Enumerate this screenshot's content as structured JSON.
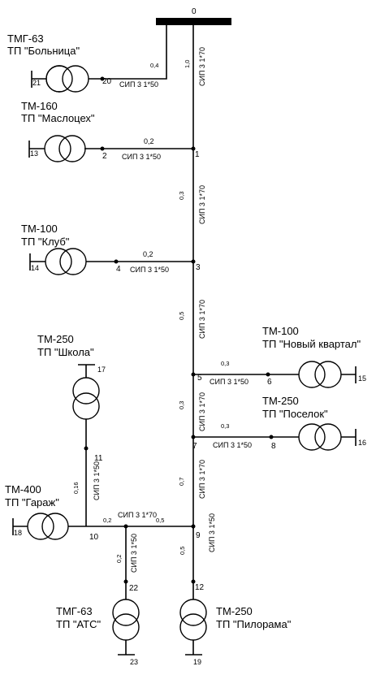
{
  "bus_label": "0",
  "transformers": [
    {
      "id": "t20",
      "model": "ТМГ-63",
      "name": "ТП \"Больница\"",
      "low_node": "21",
      "high_node": "20"
    },
    {
      "id": "t2",
      "model": "ТМ-160",
      "name": "ТП \"Маслоцех\"",
      "low_node": "13",
      "high_node": "2"
    },
    {
      "id": "t4",
      "model": "ТМ-100",
      "name": "ТП \"Клуб\"",
      "low_node": "14",
      "high_node": "4"
    },
    {
      "id": "t17",
      "model": "ТМ-250",
      "name": "ТП \"Школа\"",
      "low_node": "17",
      "high_node": "11"
    },
    {
      "id": "t6",
      "model": "ТМ-100",
      "name": "ТП \"Новый квартал\"",
      "low_node": "15",
      "high_node": "6"
    },
    {
      "id": "t8",
      "model": "ТМ-250",
      "name": "ТП \"Поселок\"",
      "low_node": "16",
      "high_node": "8"
    },
    {
      "id": "t18",
      "model": "ТМ-400",
      "name": "ТП \"Гараж\"",
      "low_node": "18",
      "high_node": "10"
    },
    {
      "id": "t22",
      "model": "ТМГ-63",
      "name": "ТП \"АТС\"",
      "low_node": "23",
      "high_node": "22"
    },
    {
      "id": "t12",
      "model": "ТМ-250",
      "name": "ТП \"Пилорама\"",
      "low_node": "19",
      "high_node": "12"
    }
  ],
  "nodes": {
    "n1": "1",
    "n3": "3",
    "n5": "5",
    "n7": "7",
    "n9": "9",
    "n10": "10"
  },
  "lines": {
    "l0_1": {
      "cable": "СИП 3 1*70",
      "length": "1,0"
    },
    "l0_20": {
      "cable": "СИП 3 1*50",
      "length": "0,4"
    },
    "l1_2": {
      "cable": "СИП 3 1*50",
      "length": "0,2"
    },
    "l1_3": {
      "cable": "СИП 3 1*70",
      "length": "0,3"
    },
    "l3_4": {
      "cable": "СИП 3 1*50",
      "length": "0,2"
    },
    "l3_5": {
      "cable": "СИП 3 1*70",
      "length": "0,5"
    },
    "l5_6": {
      "cable": "СИП 3 1*50",
      "length": "0,3"
    },
    "l5_7": {
      "cable": "СИП 3 1*70",
      "length": "0,3"
    },
    "l7_8": {
      "cable": "СИП 3 1*50",
      "length": "0,3"
    },
    "l7_9": {
      "cable": "СИП 3 1*70",
      "length": "0,7"
    },
    "l9_10": {
      "cable": "СИП 3 1*70",
      "length_left": "0,2",
      "length_right": "0,5"
    },
    "l10_11": {
      "cable": "СИП 3 1*50",
      "length": "0,16"
    },
    "l10_22": {
      "cable": "СИП 3 1*50",
      "length": "0,2"
    },
    "l9_12": {
      "cable": "СИП 3 1*50",
      "length": "0,5"
    }
  }
}
